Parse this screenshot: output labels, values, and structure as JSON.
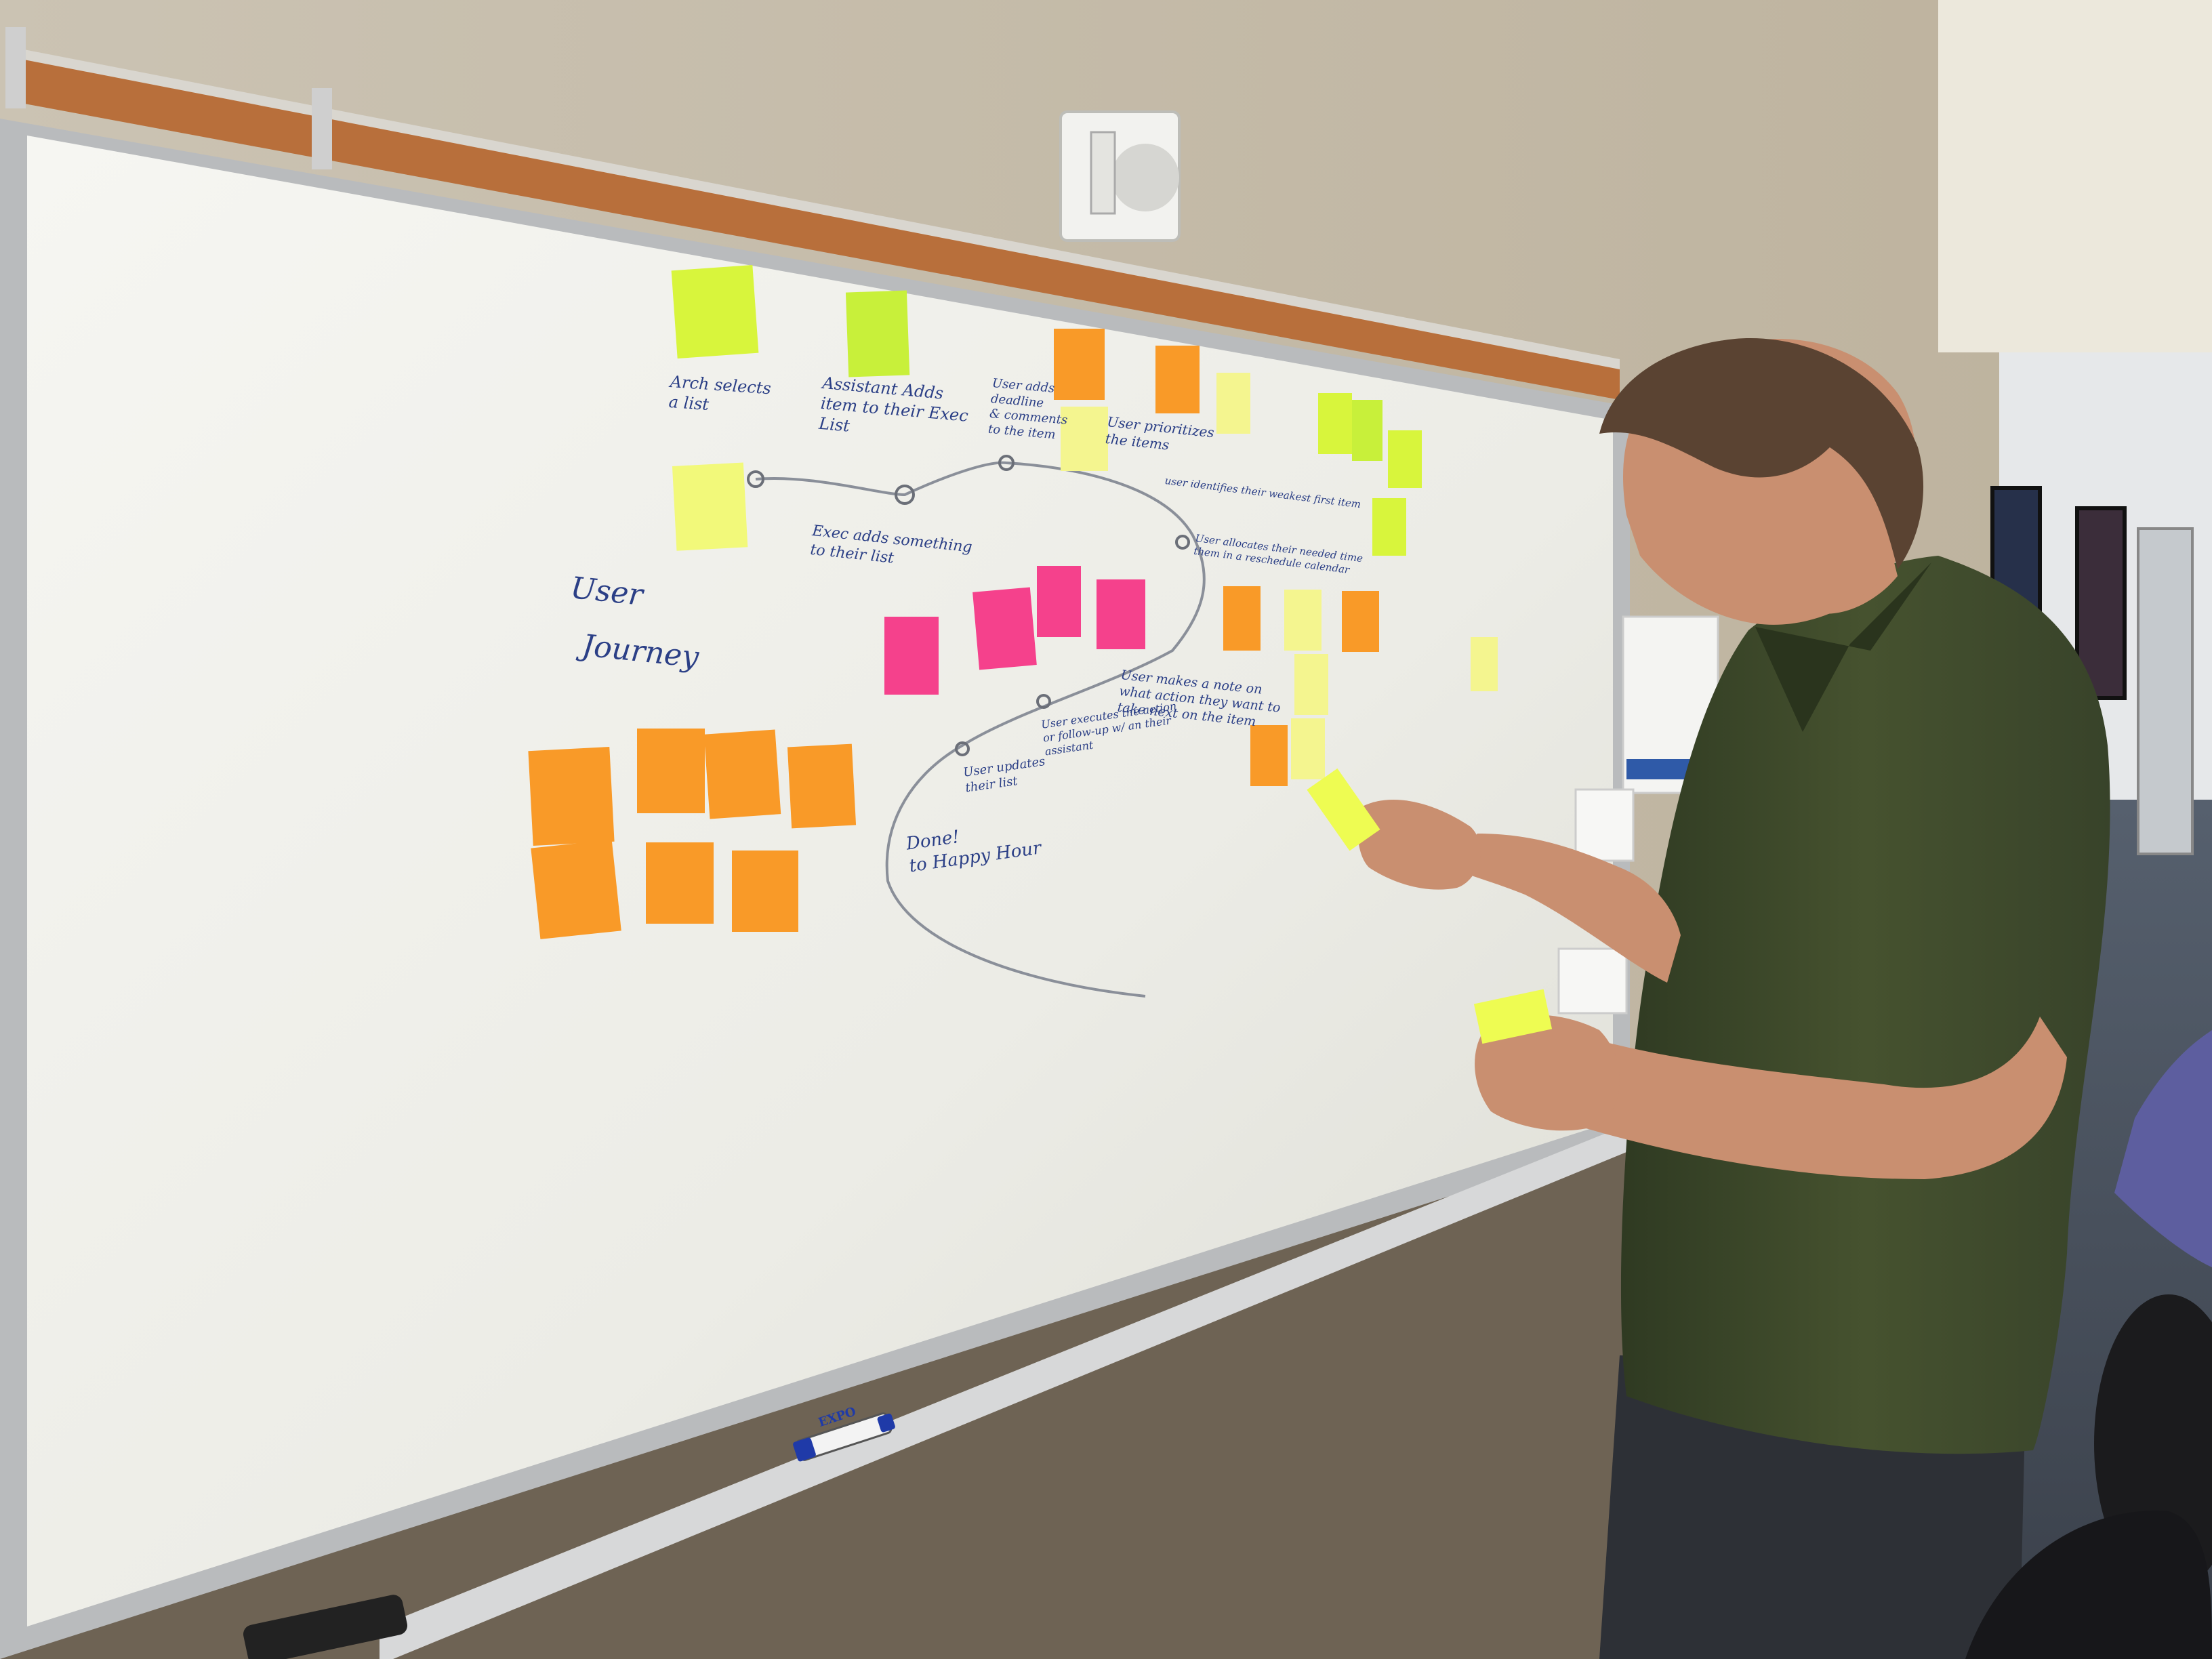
{
  "whiteboard": {
    "title_line1": "User",
    "title_line2": "Journey"
  },
  "journey_labels": {
    "a": "Arch selects\na list",
    "b": "Assistant Adds\nitem to their Exec\nList",
    "c": "User adds\ndeadline\n& comments\nto the item",
    "d": "User prioritizes\nthe items",
    "e": "user identifies their weakest first item",
    "f": "User allocates their needed time\nthem in a reschedule calendar",
    "g": "Exec adds something\nto their list",
    "h": "User makes a note on\nwhat action they want to\ntake next on the item",
    "i": "User executes the action\nor follow-up w/ an their\nassistant",
    "j": "User updates\ntheir list",
    "k": "Done!\nto Happy Hour"
  },
  "marker": {
    "brand": "EXPO"
  },
  "colors": {
    "board": "#f3f3ee",
    "wall": "#c9c1b0",
    "cork": "#b86f3b",
    "ink": "#2b3f86",
    "note_yellow": "#f2f97a",
    "note_lime": "#d8f53c",
    "note_orange": "#f99a28",
    "note_pink": "#f5418c",
    "shirt": "#3f4a2e"
  }
}
